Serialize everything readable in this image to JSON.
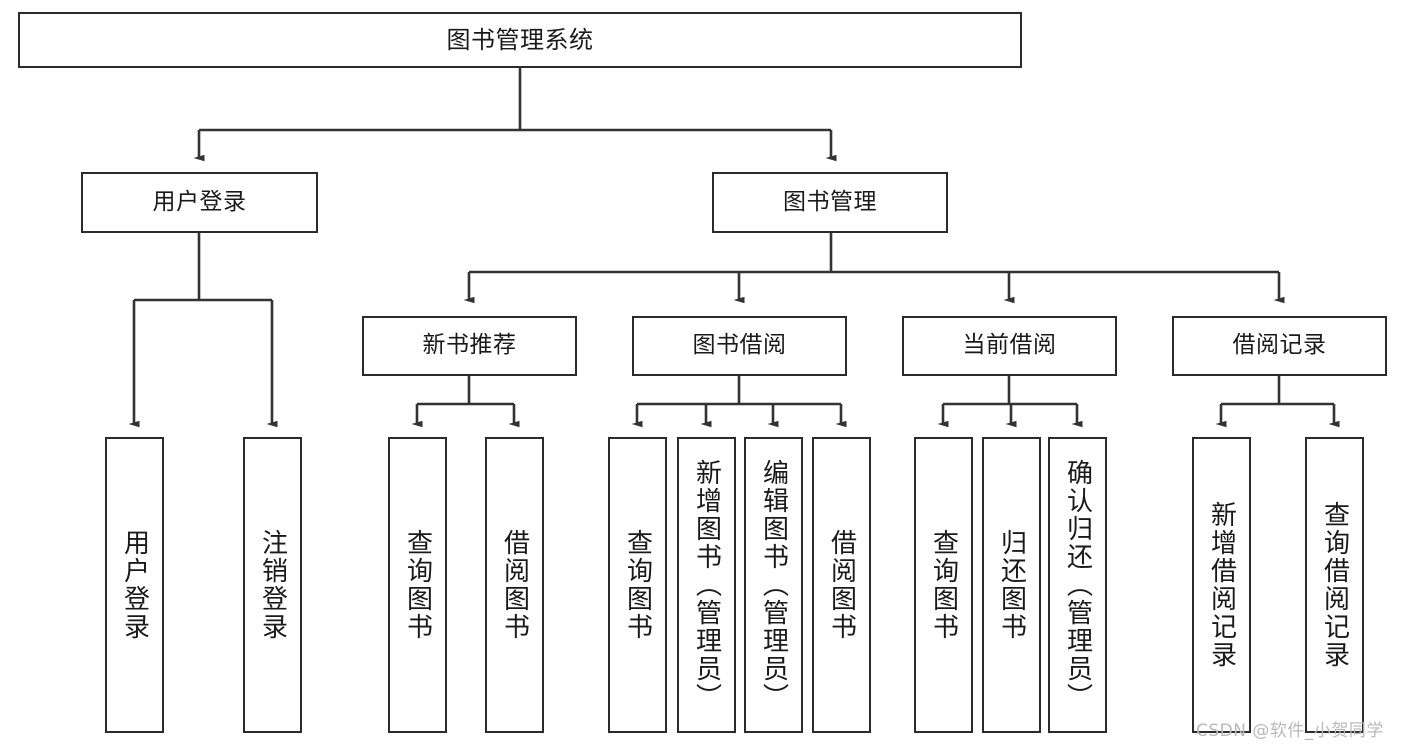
{
  "diagram": {
    "type": "tree-hierarchy",
    "title": "图书管理系统",
    "orientation": "top-down",
    "colors": {
      "node_border": "#2b2b2b",
      "node_fill": "#ffffff",
      "edge": "#333333",
      "text": "#1a1a1a",
      "watermark": "#b9b9b9",
      "background": "#ffffff"
    },
    "nodes": {
      "root": {
        "label": "图书管理系统"
      },
      "level2": [
        {
          "id": "user-login",
          "label": "用户登录"
        },
        {
          "id": "book-manage",
          "label": "图书管理"
        }
      ],
      "level3": [
        {
          "id": "new-book-recommend",
          "label": "新书推荐"
        },
        {
          "id": "book-borrow",
          "label": "图书借阅"
        },
        {
          "id": "current-borrow",
          "label": "当前借阅"
        },
        {
          "id": "borrow-record",
          "label": "借阅记录"
        }
      ],
      "leaves": {
        "user-login": [
          {
            "id": "leaf-user-login",
            "label": "用户登录"
          },
          {
            "id": "leaf-logout-login",
            "label": "注销登录"
          }
        ],
        "new-book-recommend": [
          {
            "id": "leaf-query-book-1",
            "label": "查询图书"
          },
          {
            "id": "leaf-borrow-book-1",
            "label": "借阅图书"
          }
        ],
        "book-borrow": [
          {
            "id": "leaf-query-book-2",
            "label": "查询图书"
          },
          {
            "id": "leaf-add-book",
            "label": "新增图书（管理员）"
          },
          {
            "id": "leaf-edit-book",
            "label": "编辑图书（管理员）"
          },
          {
            "id": "leaf-borrow-book-2",
            "label": "借阅图书"
          }
        ],
        "current-borrow": [
          {
            "id": "leaf-query-book-3",
            "label": "查询图书"
          },
          {
            "id": "leaf-return-book",
            "label": "归还图书"
          },
          {
            "id": "leaf-confirm-return",
            "label": "确认归还（管理员）"
          }
        ],
        "borrow-record": [
          {
            "id": "leaf-add-record",
            "label": "新增借阅记录"
          },
          {
            "id": "leaf-query-record",
            "label": "查询借阅记录"
          }
        ]
      }
    },
    "watermark": "CSDN @软件_小贺同学"
  }
}
